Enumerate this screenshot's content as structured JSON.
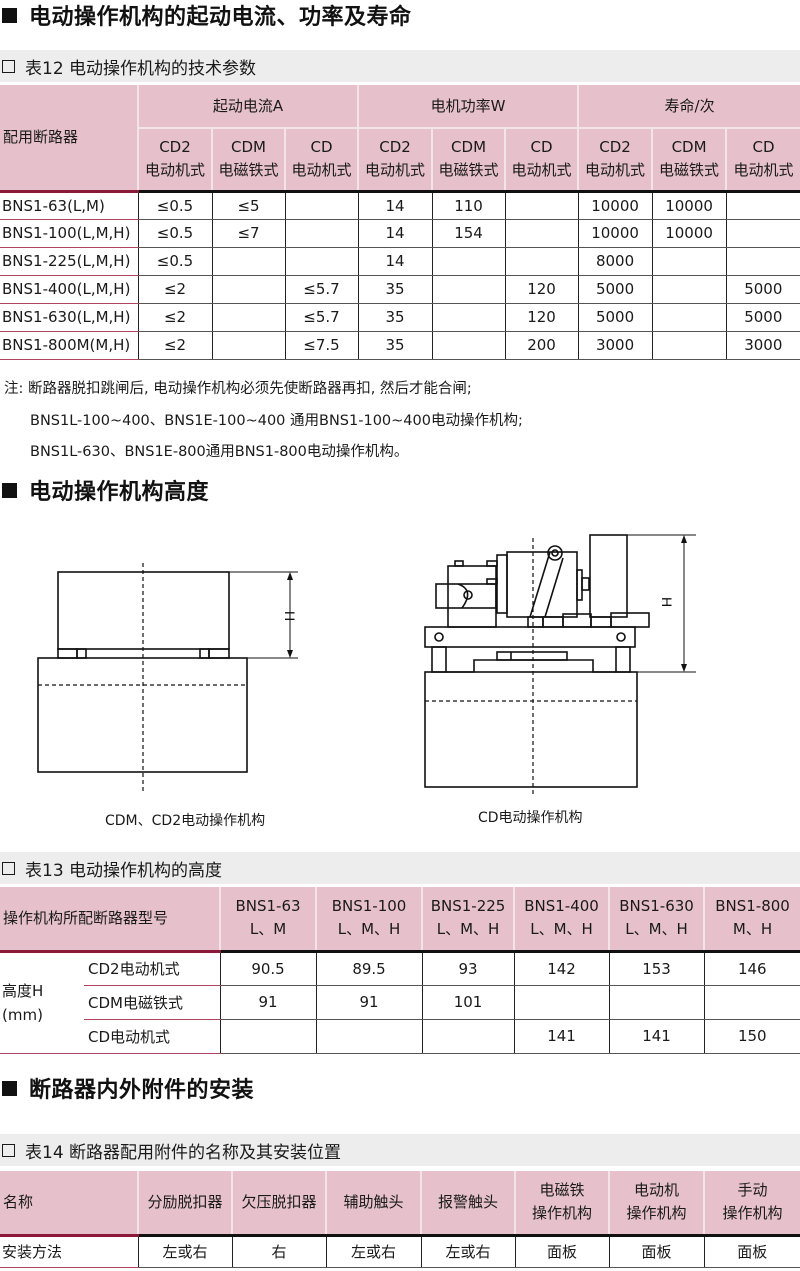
{
  "section1": {
    "title": "电动操作机构的起动电流、功率及寿命"
  },
  "table12": {
    "caption": "表12  电动操作机构的技术参数",
    "row_header": "配用断路器",
    "groups": [
      {
        "label": "起动电流A"
      },
      {
        "label": "电机功率W"
      },
      {
        "label": "寿命/次"
      }
    ],
    "subcols": [
      {
        "code": "CD2",
        "type": "电动机式"
      },
      {
        "code": "CDM",
        "type": "电磁铁式"
      },
      {
        "code": "CD",
        "type": "电动机式"
      },
      {
        "code": "CD2",
        "type": "电动机式"
      },
      {
        "code": "CDM",
        "type": "电磁铁式"
      },
      {
        "code": "CD",
        "type": "电动机式"
      },
      {
        "code": "CD2",
        "type": "电动机式"
      },
      {
        "code": "CDM",
        "type": "电磁铁式"
      },
      {
        "code": "CD",
        "type": "电动机式"
      }
    ],
    "rows": [
      {
        "breaker": "BNS1-63(L,M)",
        "cells": [
          "≤0.5",
          "≤5",
          "",
          "14",
          "110",
          "",
          "10000",
          "10000",
          ""
        ]
      },
      {
        "breaker": "BNS1-100(L,M,H)",
        "cells": [
          "≤0.5",
          "≤7",
          "",
          "14",
          "154",
          "",
          "10000",
          "10000",
          ""
        ]
      },
      {
        "breaker": "BNS1-225(L,M,H)",
        "cells": [
          "≤0.5",
          "",
          "",
          "14",
          "",
          "",
          "8000",
          "",
          ""
        ]
      },
      {
        "breaker": "BNS1-400(L,M,H)",
        "cells": [
          "≤2",
          "",
          "≤5.7",
          "35",
          "",
          "120",
          "5000",
          "",
          "5000"
        ]
      },
      {
        "breaker": "BNS1-630(L,M,H)",
        "cells": [
          "≤2",
          "",
          "≤5.7",
          "35",
          "",
          "120",
          "5000",
          "",
          "5000"
        ]
      },
      {
        "breaker": "BNS1-800M(M,H)",
        "cells": [
          "≤2",
          "",
          "≤7.5",
          "35",
          "",
          "200",
          "3000",
          "",
          "3000"
        ]
      }
    ]
  },
  "notes": {
    "line1": "注:  断路器脱扣跳闸后, 电动操作机构必须先使断路器再扣, 然后才能合闸;",
    "line2": "BNS1L-100~400、BNS1E-100~400 通用BNS1-100~400电动操作机构;",
    "line3": "BNS1L-630、BNS1E-800通用BNS1-800电动操作机构。"
  },
  "section2": {
    "title": "电动操作机构高度"
  },
  "figures": {
    "left_caption": "CDM、CD2电动操作机构",
    "right_caption": "CD电动操作机构",
    "dimension_label": "H"
  },
  "table13": {
    "caption": "表13 电动操作机构的高度",
    "header_label": "操作机构所配断路器型号",
    "columns": [
      {
        "model": "BNS1-63",
        "variants": "L、M"
      },
      {
        "model": "BNS1-100",
        "variants": "L、M、H"
      },
      {
        "model": "BNS1-225",
        "variants": "L、M、H"
      },
      {
        "model": "BNS1-400",
        "variants": "L、M、H"
      },
      {
        "model": "BNS1-630",
        "variants": "L、M、H"
      },
      {
        "model": "BNS1-800",
        "variants": "M、H"
      }
    ],
    "row_group_label_1": "高度H",
    "row_group_label_2": "(mm)",
    "rows": [
      {
        "type": "CD2电动机式",
        "cells": [
          "90.5",
          "89.5",
          "93",
          "142",
          "153",
          "146"
        ]
      },
      {
        "type": "CDM电磁铁式",
        "cells": [
          "91",
          "91",
          "101",
          "",
          "",
          ""
        ]
      },
      {
        "type": "CD电动机式",
        "cells": [
          "",
          "",
          "",
          "141",
          "141",
          "150"
        ]
      }
    ]
  },
  "section3": {
    "title": "断路器内外附件的安装"
  },
  "table14": {
    "caption": "表14 断路器配用附件的名称及其安装位置",
    "header_label": "名称",
    "columns": [
      {
        "line1": "分励脱扣器",
        "line2": ""
      },
      {
        "line1": "欠压脱扣器",
        "line2": ""
      },
      {
        "line1": "辅助触头",
        "line2": ""
      },
      {
        "line1": "报警触头",
        "line2": ""
      },
      {
        "line1": "电磁铁",
        "line2": "操作机构"
      },
      {
        "line1": "电动机",
        "line2": "操作机构"
      },
      {
        "line1": "手动",
        "line2": "操作机构"
      }
    ],
    "row_label": "安装方法",
    "cells": [
      "左或右",
      "右",
      "左或右",
      "左或右",
      "面板",
      "面板",
      "面板"
    ]
  },
  "colors": {
    "header_pink": "#e6c1cb",
    "caption_gray": "#ededed",
    "divider_crimson": "#b0445f"
  }
}
